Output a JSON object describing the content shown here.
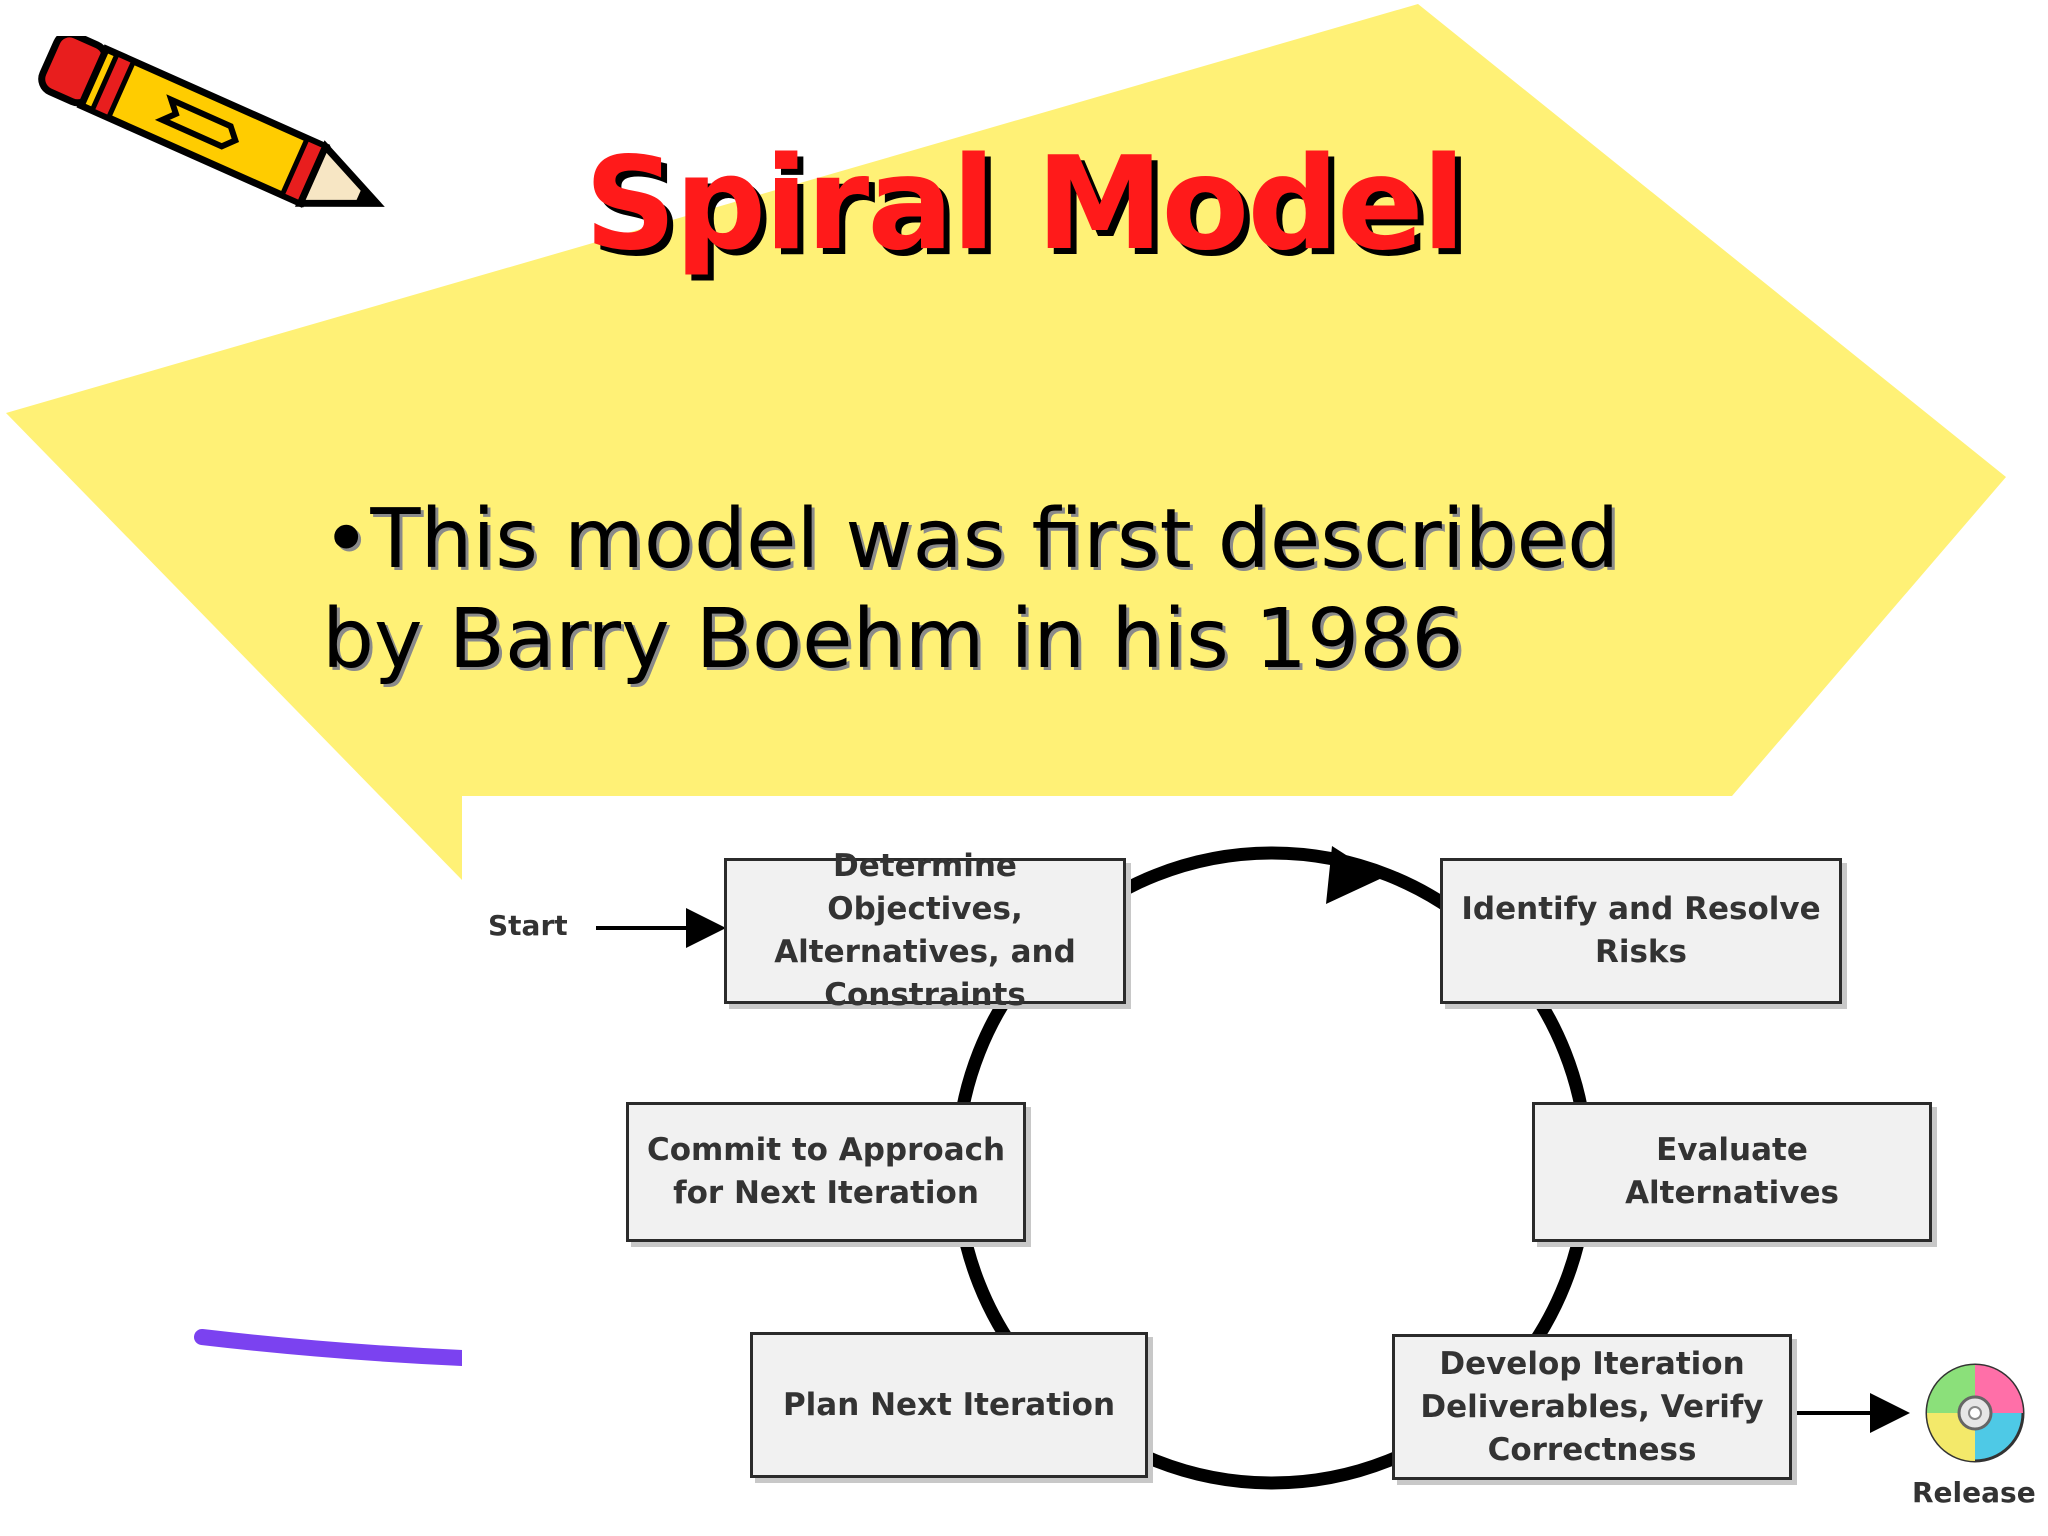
{
  "slide": {
    "title": "Spiral Model",
    "bullet_lines": [
      "•This model was first described",
      "by Barry Boehm in his 1986"
    ]
  },
  "colors": {
    "slide_background": "#fff176",
    "title": "#ff1a1a",
    "title_shadow": "#000000",
    "pencil_body": "#ffcc00",
    "pencil_tip": "#e81e1e",
    "underline_accent": "#7b42f0",
    "box_fill": "#f1f1f1",
    "box_border": "#2b2b2b"
  },
  "icons": {
    "pencil": "pencil-icon",
    "release": "cd-disc-icon"
  },
  "diagram": {
    "start_label": "Start",
    "release_label": "Release",
    "boxes": {
      "determine": "Determine Objectives, Alternatives, and Constraints",
      "identify": "Identify and Resolve Risks",
      "evaluate": "Evaluate Alternatives",
      "develop": "Develop Iteration Deliverables, Verify Correctness",
      "plan": "Plan Next Iteration",
      "commit": "Commit to Approach for Next Iteration"
    }
  }
}
